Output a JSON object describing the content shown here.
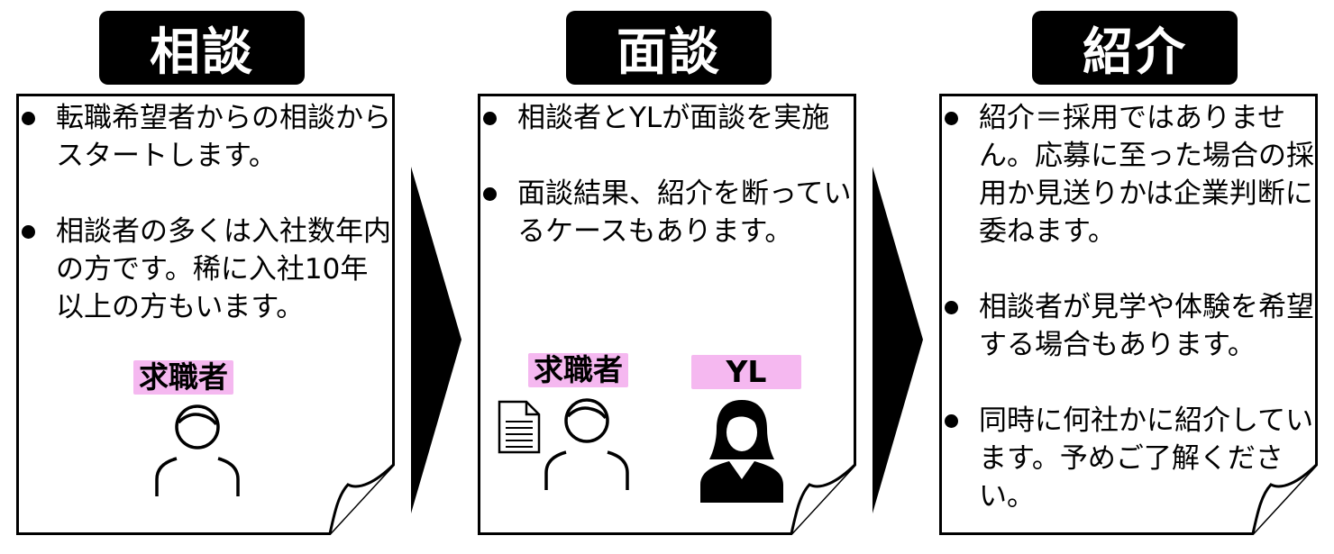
{
  "steps": [
    {
      "title": "相談",
      "bullets": [
        "転職希望者からの相談からスタートします。",
        "相談者の多くは入社数年内の方です。稀に入社10年以上の方もいます。"
      ],
      "labels": [
        "求職者"
      ]
    },
    {
      "title": "面談",
      "bullets": [
        "相談者とYLが面談を実施",
        "面談結果、紹介を断っているケースもあります。"
      ],
      "labels": [
        "求職者",
        "YL"
      ]
    },
    {
      "title": "紹介",
      "bullets": [
        "紹介＝採用ではありません。応募に至った場合の採用か見送りかは企業判断に委ねます。",
        "相談者が見学や体験を希望する場合もあります。",
        "同時に何社かに紹介しています。予めご了解ください。"
      ],
      "labels": []
    }
  ],
  "colors": {
    "label_bg": "#f5b8f0",
    "title_bg": "#000000",
    "title_text": "#ffffff"
  },
  "icons": [
    "person-outline-icon",
    "document-icon",
    "businesswoman-icon",
    "chevron-right-icon",
    "page-curl-icon"
  ]
}
